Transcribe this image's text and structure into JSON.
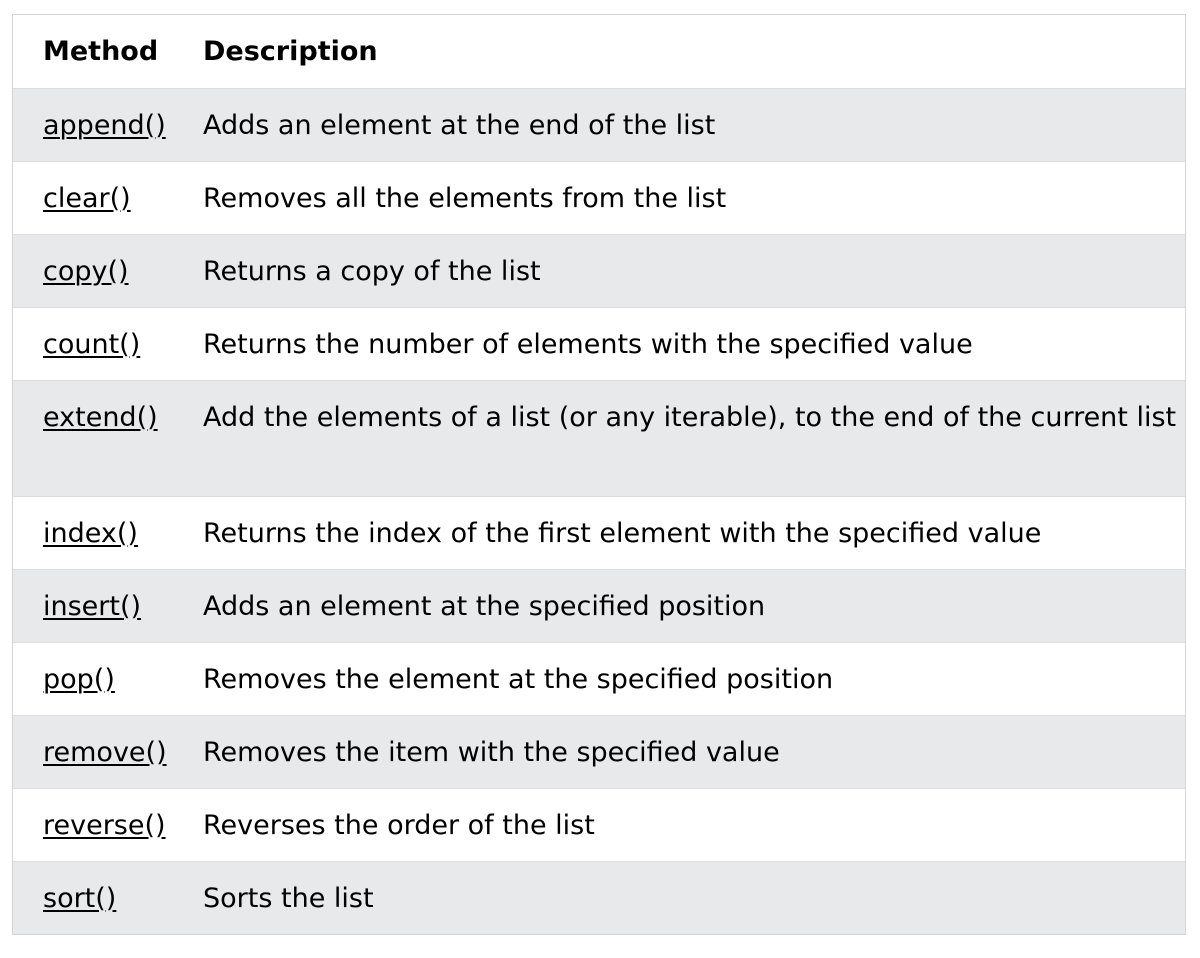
{
  "table": {
    "headers": {
      "method": "Method",
      "description": "Description"
    },
    "rows": [
      {
        "method": "append()",
        "description": "Adds an element at the end of the list"
      },
      {
        "method": "clear()",
        "description": "Removes all the elements from the list"
      },
      {
        "method": "copy()",
        "description": "Returns a copy of the list"
      },
      {
        "method": "count()",
        "description": "Returns the number of elements with the specified value"
      },
      {
        "method": "extend()",
        "description": "Add the elements of a list (or any iterable), to the end of the current list"
      },
      {
        "method": "index()",
        "description": "Returns the index of the first element with the specified value"
      },
      {
        "method": "insert()",
        "description": "Adds an element at the specified position"
      },
      {
        "method": "pop()",
        "description": "Removes the element at the specified position"
      },
      {
        "method": "remove()",
        "description": "Removes the item with the specified value"
      },
      {
        "method": "reverse()",
        "description": "Reverses the order of the list"
      },
      {
        "method": "sort()",
        "description": "Sorts the list"
      }
    ]
  },
  "colors": {
    "striped_row": "#e7e9eb",
    "plain_row": "#ffffff",
    "border": "#d4d4d4"
  }
}
